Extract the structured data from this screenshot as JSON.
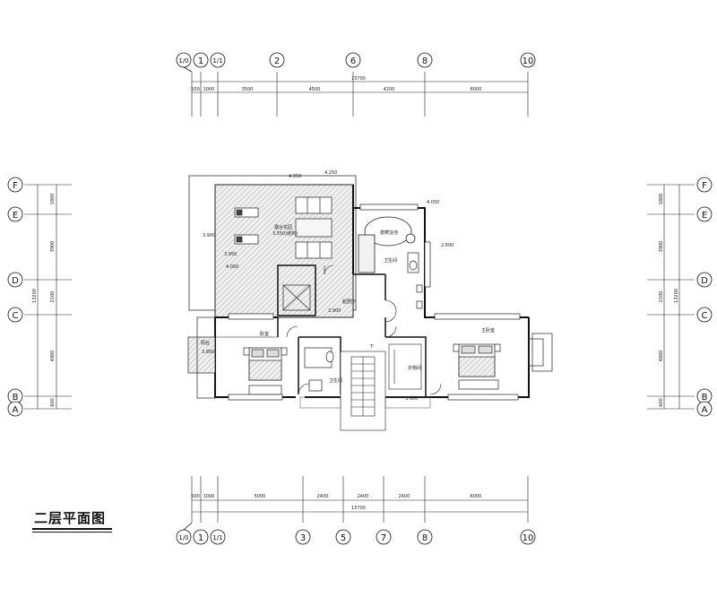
{
  "drawing_title": "二层平面图",
  "axes": {
    "top": [
      "1/0",
      "1",
      "1/1",
      "2",
      "6",
      "8",
      "10"
    ],
    "bottom": [
      "1/0",
      "1",
      "1/1",
      "3",
      "5",
      "7",
      "8",
      "10"
    ],
    "left": [
      "F",
      "E",
      "D",
      "C",
      "B",
      "A"
    ],
    "right": [
      "F",
      "E",
      "D",
      "C",
      "B",
      "A"
    ]
  },
  "dims": {
    "top_total": "15700",
    "top_segments": [
      "500",
      "1000",
      "3500",
      "4500",
      "4200",
      "6000"
    ],
    "bottom_total": "15700",
    "bottom_segments": [
      "500",
      "1000",
      "5000",
      "2400",
      "2400",
      "2400",
      "6000"
    ],
    "left_total": "13200",
    "left_segments": [
      "1800",
      "3900",
      "2100",
      "4800",
      "600"
    ],
    "right_total": "13200",
    "right_segments": [
      "1800",
      "3900",
      "2100",
      "4800",
      "600"
    ]
  },
  "rooms": {
    "terrace": "露台花园",
    "terrace_level": "3.550(结构)",
    "hall": "起居厅",
    "bedroom_left": "卧室",
    "bedroom_right": "主卧室",
    "bath": "卫生间",
    "bath2": "卫生间",
    "closet": "衣帽间",
    "balcony": "阳台",
    "spa": "按摩浴池",
    "down": "下"
  },
  "levels": {
    "l1": "4.950",
    "l2": "4.250",
    "l3": "3.900",
    "l4": "3.950",
    "l5": "4.050",
    "l6": "4.050",
    "l7": "2.600",
    "l8": "3.900",
    "l9": "3.850",
    "l10": "3.900"
  }
}
